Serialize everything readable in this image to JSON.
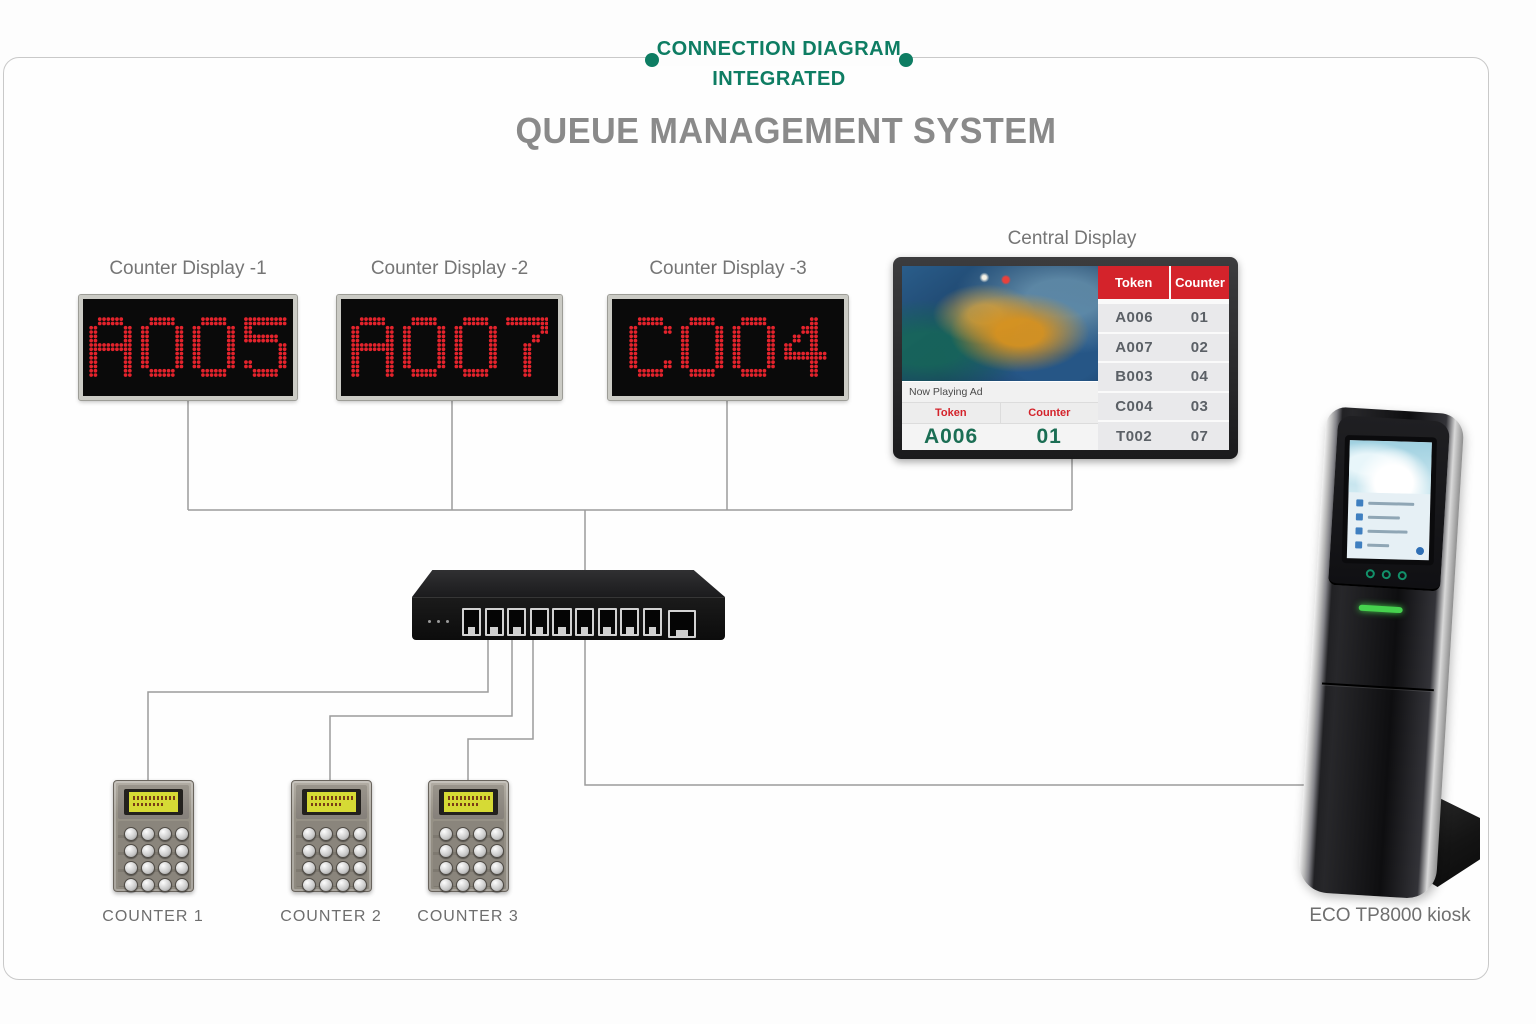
{
  "header": {
    "line1": "CONNECTION DIAGRAM",
    "line2": "INTEGRATED"
  },
  "title": "QUEUE MANAGEMENT SYSTEM",
  "counter_displays": [
    {
      "label": "Counter Display -1",
      "value": "A005"
    },
    {
      "label": "Counter Display -2",
      "value": "A007"
    },
    {
      "label": "Counter Display -3",
      "value": "C004"
    }
  ],
  "central_display": {
    "label": "Central Display",
    "now_playing": "Now Playing Ad",
    "ticker": {
      "token_label": "Token",
      "counter_label": "Counter",
      "token_value": "A006",
      "counter_value": "01"
    },
    "table": {
      "headers": [
        "Token",
        "Counter"
      ],
      "rows": [
        [
          "A006",
          "01"
        ],
        [
          "A007",
          "02"
        ],
        [
          "B003",
          "04"
        ],
        [
          "C004",
          "03"
        ],
        [
          "T002",
          "07"
        ]
      ]
    }
  },
  "switch": {
    "ports": 9,
    "uplink_ports": 1
  },
  "counters": [
    {
      "label": "COUNTER 1"
    },
    {
      "label": "COUNTER 2"
    },
    {
      "label": "COUNTER 3"
    }
  ],
  "kiosk": {
    "label": "ECO TP8000 kiosk"
  },
  "colors": {
    "accent": "#0E7D63",
    "title_gray": "#8A8A8A",
    "led_red": "#E4232C",
    "table_red": "#D4232B",
    "value_green": "#1B6E54",
    "wire_gray": "#9C9C9C",
    "lcd_yellow": "#D6DA35",
    "kiosk_slot_green": "#46D24E"
  }
}
